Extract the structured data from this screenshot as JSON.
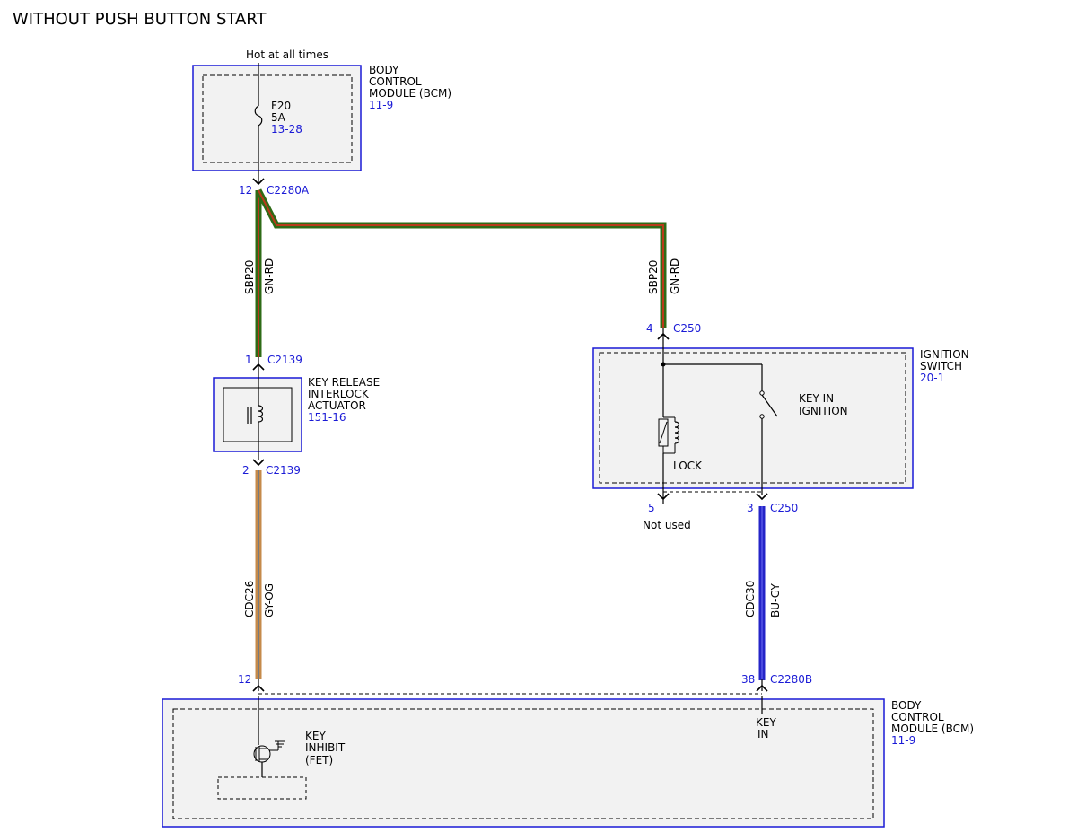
{
  "title": "WITHOUT PUSH BUTTON START",
  "hot_label": "Hot at all times",
  "bcm_top": {
    "line1": "BODY",
    "line2": "CONTROL",
    "line3": "MODULE (BCM)",
    "ref": "11-9"
  },
  "fuse": {
    "name": "F20",
    "rating": "5A",
    "ref": "13-28"
  },
  "c2280a": {
    "pin": "12",
    "name": "C2280A"
  },
  "wire_sbp20_left": {
    "circuit": "SBP20",
    "color": "GN-RD"
  },
  "wire_sbp20_right": {
    "circuit": "SBP20",
    "color": "GN-RD"
  },
  "c2139_top": {
    "pin": "1",
    "name": "C2139"
  },
  "c2139_bottom": {
    "pin": "2",
    "name": "C2139"
  },
  "actuator": {
    "line1": "KEY RELEASE",
    "line2": "INTERLOCK",
    "line3": "ACTUATOR",
    "ref": "151-16"
  },
  "c250_top": {
    "pin": "4",
    "name": "C250"
  },
  "ignition": {
    "line1": "IGNITION",
    "line2": "SWITCH",
    "ref": "20-1"
  },
  "key_in_switch": {
    "line1": "KEY IN",
    "line2": "IGNITION"
  },
  "lock_label": "LOCK",
  "c250_pin5": "5",
  "not_used": "Not used",
  "c250_pin3": {
    "pin": "3",
    "name": "C250"
  },
  "wire_cdc26": {
    "circuit": "CDC26",
    "color": "GY-OG"
  },
  "wire_cdc30": {
    "circuit": "CDC30",
    "color": "BU-GY"
  },
  "bcm_bottom_left_pin": "12",
  "c2280b": {
    "pin": "38",
    "name": "C2280B"
  },
  "key_inhibit": {
    "line1": "KEY",
    "line2": "INHIBIT",
    "line3": "(FET)"
  },
  "key_in": {
    "line1": "KEY",
    "line2": "IN"
  },
  "bcm_bottom": {
    "line1": "BODY",
    "line2": "CONTROL",
    "line3": "MODULE (BCM)",
    "ref": "11-9"
  },
  "colors": {
    "gn_rd": "#2e6b16",
    "rd_stripe": "#b83a1a",
    "gy_og": "#c58a4a",
    "bu_gy": "#2525c8",
    "ref_blue": "#1a1ad6"
  }
}
